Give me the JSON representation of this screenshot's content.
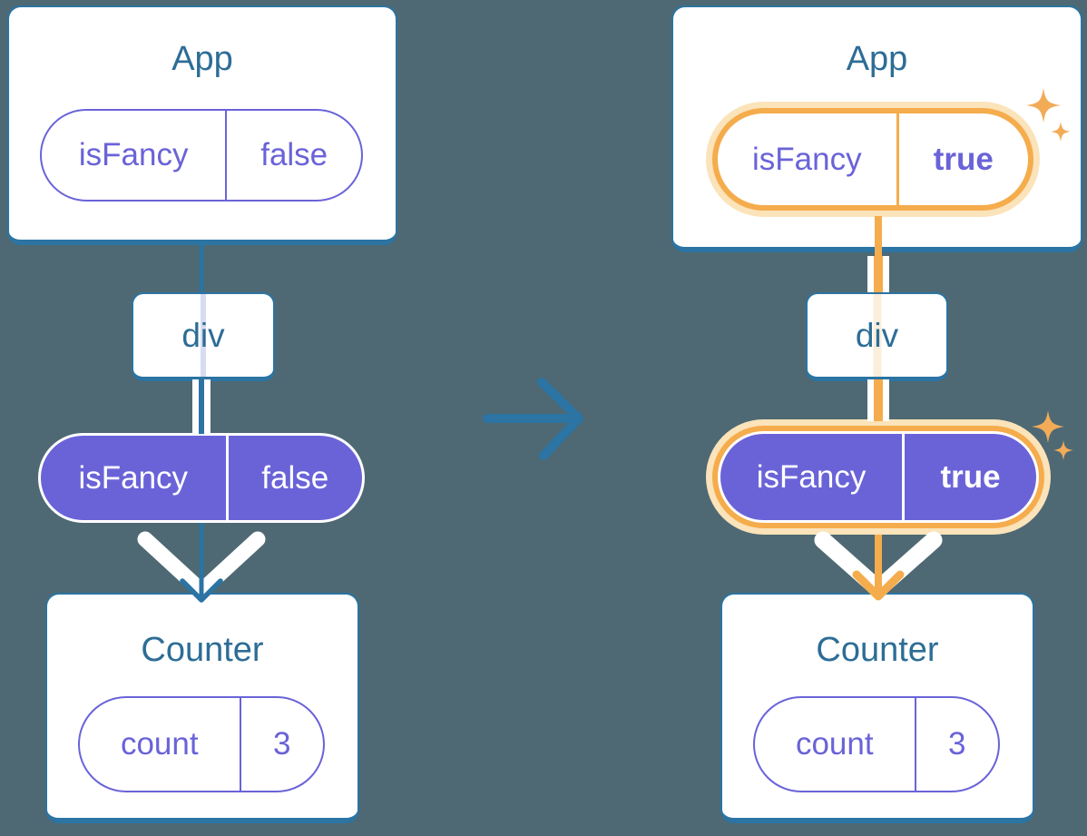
{
  "colors": {
    "background": "#4e6973",
    "card_background": "#ffffff",
    "card_border_blue": "#2b74a3",
    "title_blue": "#2d6d96",
    "prop_purple": "#6a63d8",
    "highlight_orange": "#f5ac4c",
    "highlight_glow": "#fbe3ba",
    "pipe_white": "#ffffff"
  },
  "icons": {
    "sparkles": "✦",
    "transition_arrow": "→",
    "pass_down_arrow": "↓"
  },
  "panels": {
    "before": {
      "app": {
        "title": "App",
        "prop": {
          "name": "isFancy",
          "value": "false"
        }
      },
      "container": {
        "label": "div"
      },
      "passed_prop": {
        "name": "isFancy",
        "value": "false"
      },
      "counter": {
        "title": "Counter",
        "state": {
          "name": "count",
          "value": "3"
        }
      }
    },
    "after": {
      "app": {
        "title": "App",
        "prop": {
          "name": "isFancy",
          "value": "true"
        }
      },
      "container": {
        "label": "div"
      },
      "passed_prop": {
        "name": "isFancy",
        "value": "true"
      },
      "counter": {
        "title": "Counter",
        "state": {
          "name": "count",
          "value": "3"
        }
      }
    }
  }
}
